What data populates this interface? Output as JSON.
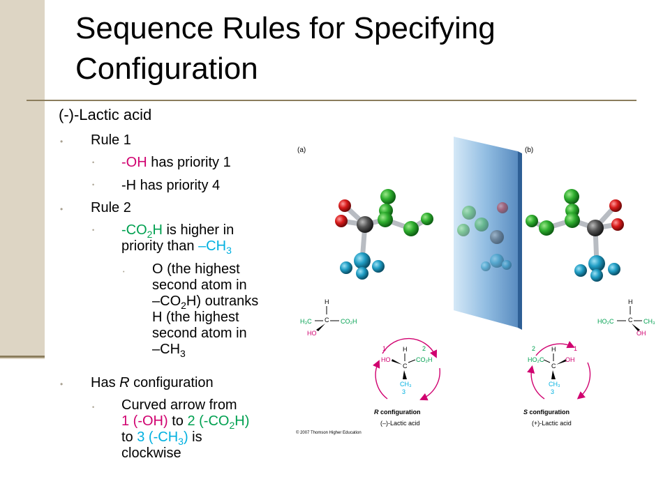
{
  "slide": {
    "title_line1": "Sequence Rules for Specifying",
    "title_line2": "Configuration",
    "heading": "(-)-Lactic acid",
    "rule1": "Rule 1",
    "oh_text": "-OH",
    "oh_rest": " has priority 1",
    "h_text": "-H has priority 4",
    "rule2": "Rule 2",
    "co2h_a": "-CO",
    "co2h_sub": "2",
    "co2h_b": "H",
    "co2h_rest": " is higher in",
    "priority_than": "priority than ",
    "ch3_a": "–CH",
    "ch3_sub": "3",
    "o_line1": "O (the highest",
    "o_line2": "second atom in",
    "o_line3a": "–CO",
    "o_line3sub": "2",
    "o_line3b": "H) outranks",
    "o_line4": "H (the highest",
    "o_line5": "second atom in",
    "o_line6a": "–CH",
    "o_line6sub": "3",
    "has_r_a": "Has ",
    "has_r_i": "R",
    "has_r_b": " configuration",
    "curved_line1": "Curved arrow from",
    "curved_1": "1",
    "curved_oh": " (-OH)",
    "curved_to": " to ",
    "curved_2": "2",
    "curved_co2h_a": " (-CO",
    "curved_co2h_sub": "2",
    "curved_co2h_b": "H)",
    "curved_to2": "to ",
    "curved_3": "3",
    "curved_ch3_a": " (-CH",
    "curved_ch3_sub": "3",
    "curved_ch3_b": ")",
    "curved_is": " is",
    "curved_clockwise": "clockwise"
  },
  "figure": {
    "label_a": "(a)",
    "label_b": "(b)",
    "left_h": "H",
    "left_c": "C",
    "left_h3c": "H₃C",
    "left_co2h": "CO₂H",
    "left_ho": "HO",
    "right_h": "H",
    "right_c": "C",
    "right_ho2c": "HO₂C",
    "right_ch3": "CH₃",
    "right_oh": "OH",
    "r_n1": "1",
    "r_n2": "2",
    "r_n3": "3",
    "r_h": "H",
    "r_c": "C",
    "r_ho": "HO",
    "r_co2h": "CO₂H",
    "r_ch3": "CH₃",
    "s_n1": "1",
    "s_n2": "2",
    "s_n3": "3",
    "s_h": "H",
    "s_c": "C",
    "s_ho2c": "HO₂C",
    "s_oh": "OH",
    "s_ch3": "CH₃",
    "r_config_i": "R",
    "r_config": " configuration",
    "r_name": "(–)-Lactic acid",
    "s_config_i": "S",
    "s_config": " configuration",
    "s_name": "(+)-Lactic acid",
    "copyright": "© 2007 Thomson Higher Education"
  },
  "colors": {
    "sidebar": "#ddd5c4",
    "rule_line": "#8b7d5c",
    "magenta": "#d0006f",
    "green": "#00a050",
    "cyan": "#00b0e0"
  }
}
